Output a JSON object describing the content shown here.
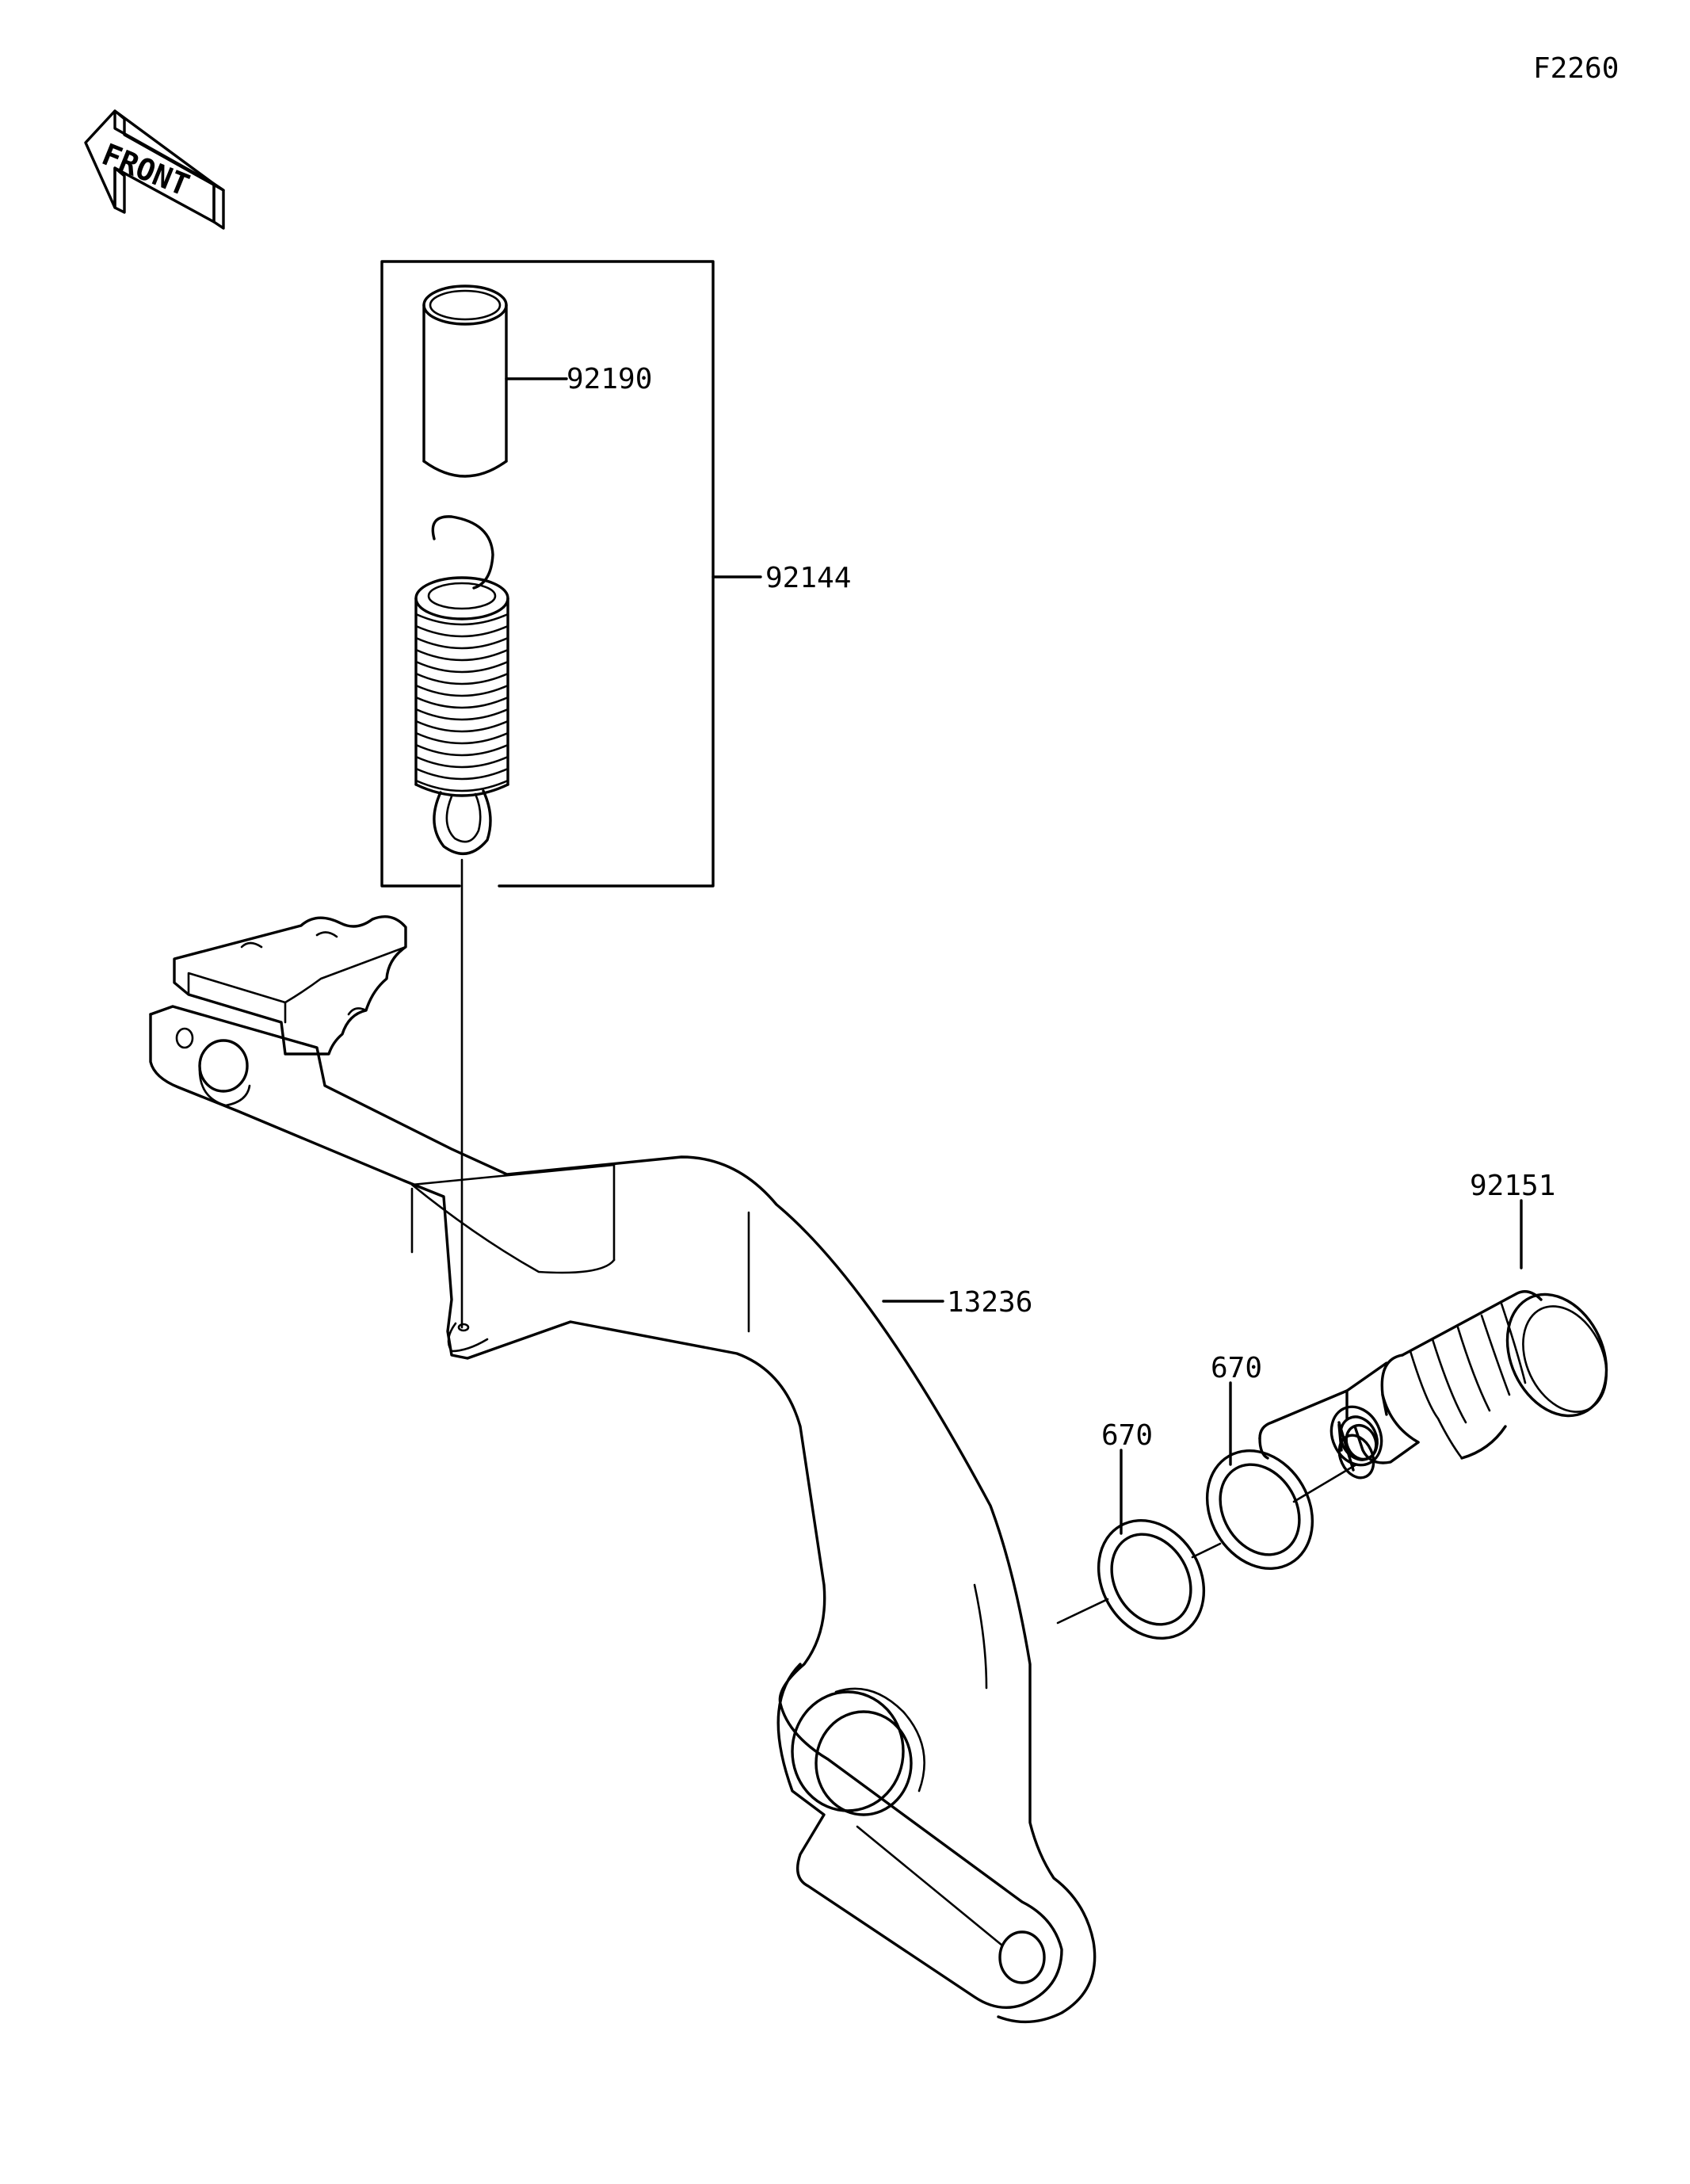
{
  "diagram_code": "F2260",
  "orientation_label": "FRONT",
  "parts": {
    "collar": "92190",
    "spring_assembly": "92144",
    "brake_pedal": "13236",
    "bolt": "92151",
    "o_ring_left": "670",
    "o_ring_right": "670"
  }
}
